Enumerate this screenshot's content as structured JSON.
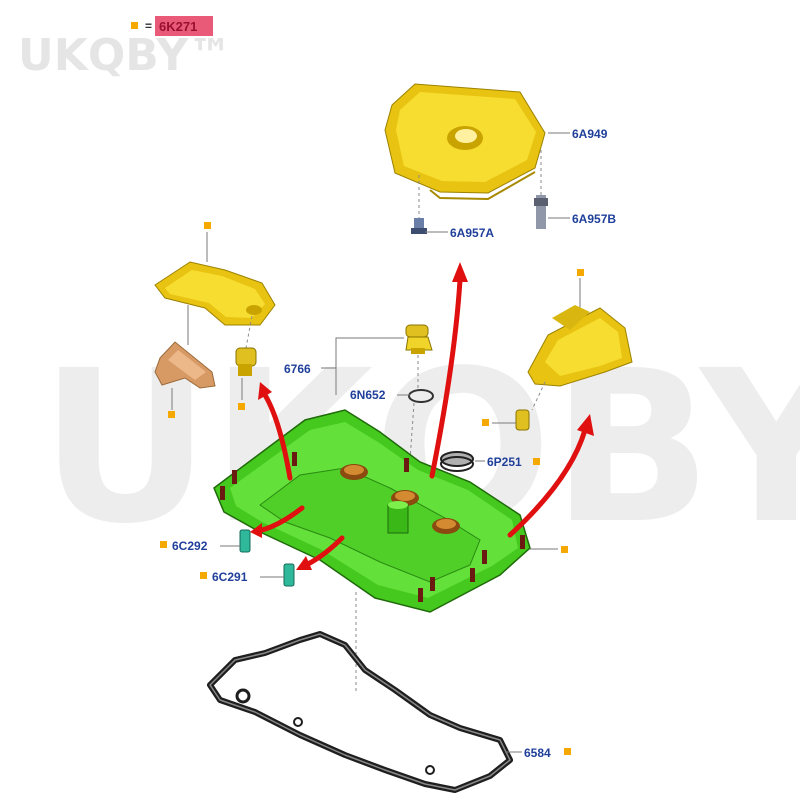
{
  "watermark": {
    "small": "UKQBY™",
    "large": "UKQBY™"
  },
  "legend": {
    "equals": "=",
    "part": "6K271",
    "highlight_color": "#e85a78"
  },
  "colors": {
    "label": "#1f3f9a",
    "marker": "#f5a800",
    "arrow": "#e01010",
    "engine_cover": "#f2d21a",
    "valve_cover": "#5ee01c",
    "heat_shield": "#e0a874",
    "gasket": "#222222"
  },
  "parts": {
    "engine_cover": "6A949",
    "cover_stud_a": "6A957A",
    "cover_stud_b": "6A957B",
    "oil_cap": "6766",
    "cap_seal": "6N652",
    "pcv_seal": "6P251",
    "sensor_1": "6C292",
    "sensor_2": "6C291",
    "cover_gasket": "6584"
  },
  "icons": [
    "square-marker-icon",
    "red-arrow-icon"
  ]
}
